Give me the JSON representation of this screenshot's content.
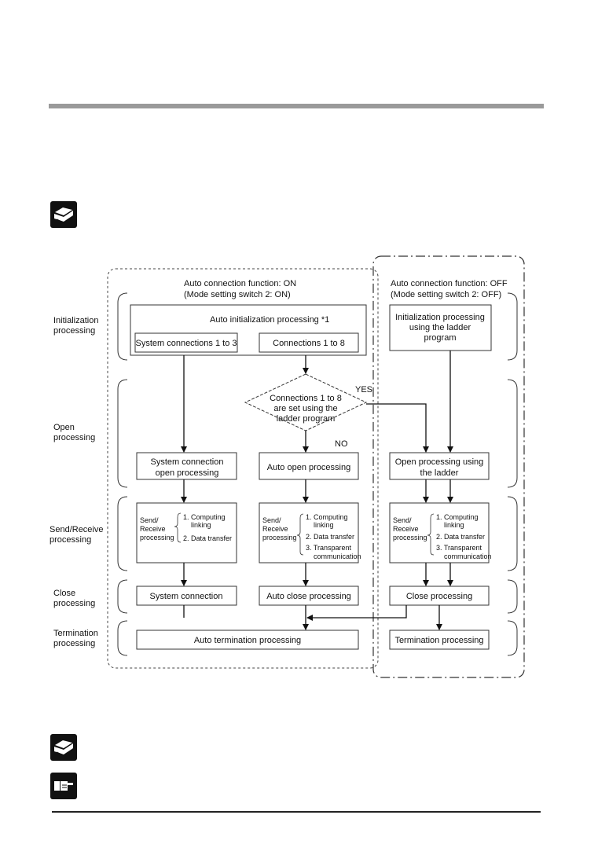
{
  "stages": {
    "init": [
      "Initialization",
      "processing"
    ],
    "open": [
      "Open",
      "processing"
    ],
    "send": [
      "Send/Receive",
      "processing"
    ],
    "close": [
      "Close",
      "processing"
    ],
    "term": [
      "Termination",
      "processing"
    ]
  },
  "on_panel": {
    "title1": "Auto connection function: ON",
    "title2": "(Mode setting switch 2: ON)",
    "auto_init": "Auto initialization processing *1",
    "sys_conn_1_3": "System connections 1 to 3",
    "conn_1_8": "Connections 1 to 8",
    "decision": [
      "Connections 1 to 8",
      "are set using the",
      "ladder program"
    ],
    "yes": "YES",
    "no": "NO",
    "sys_open": [
      "System connection",
      "open processing"
    ],
    "auto_open": "Auto open processing",
    "send_label": [
      "Send/",
      "Receive",
      "processing"
    ],
    "list_computing": [
      "1. Computing",
      "linking"
    ],
    "list_data": "2. Data transfer",
    "list_transparent": [
      "3. Transparent",
      "communication"
    ],
    "sys_connection": "System connection",
    "auto_close": "Auto close processing",
    "auto_term": "Auto termination processing"
  },
  "off_panel": {
    "title1": "Auto connection function: OFF",
    "title2": "(Mode setting switch 2: OFF)",
    "init_ladder": [
      "Initialization processing",
      "using the ladder",
      "program"
    ],
    "open_ladder": [
      "Open processing using",
      "the ladder"
    ],
    "close_proc": "Close processing",
    "term_proc": "Termination processing"
  },
  "icons": [
    "book-icon",
    "book-icon",
    "pointing-hand-icon"
  ]
}
